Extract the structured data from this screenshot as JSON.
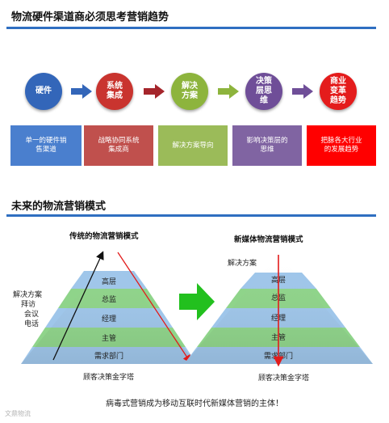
{
  "header": {
    "title": "物流硬件渠道商必须思考营销趋势"
  },
  "stages": [
    {
      "circle": "硬件",
      "box": "单一的硬件销\n售渠道",
      "color": "#3366b9",
      "box_color": "#4a7fce"
    },
    {
      "circle": "系统\n集成",
      "box": "战略协同系统\n集成商",
      "color": "#c9342f",
      "box_color": "#c0504d"
    },
    {
      "circle": "解决\n方案",
      "box": "解决方案导向",
      "color": "#8db43d",
      "box_color": "#9bbb59"
    },
    {
      "circle": "决策\n层思\n维",
      "box": "影响决策层的\n思维",
      "color": "#6f4e98",
      "box_color": "#8064a2"
    },
    {
      "circle": "商业\n变革\n趋势",
      "box": "把脉各大行业\n的发展趋势",
      "color": "#e41c1c",
      "box_color": "#ff0000"
    }
  ],
  "section2": {
    "title": "未来的物流营销模式"
  },
  "traditional": {
    "title": "传统的物流营销模式",
    "side_labels": [
      "解决方案",
      "拜访",
      "会议",
      "电话"
    ],
    "caption": "顾客决策金字塔"
  },
  "newmedia": {
    "title": "新媒体物流营销模式",
    "side_label": "解决方案",
    "caption": "顾客决策金字塔"
  },
  "pyramid_levels": [
    "高层",
    "总监",
    "经理",
    "主管",
    "需求部门"
  ],
  "footer": {
    "text": "病毒式营销成为移动互联时代新媒体营销的主体！"
  },
  "watermark": {
    "text": "文鼎物流"
  },
  "colors": {
    "rule": "#2f6fc1",
    "band_blue": "#9fc6ea",
    "band_green": "#8fd48a",
    "big_arrow": "#22c01e",
    "red_arrow": "#e21b1b"
  }
}
